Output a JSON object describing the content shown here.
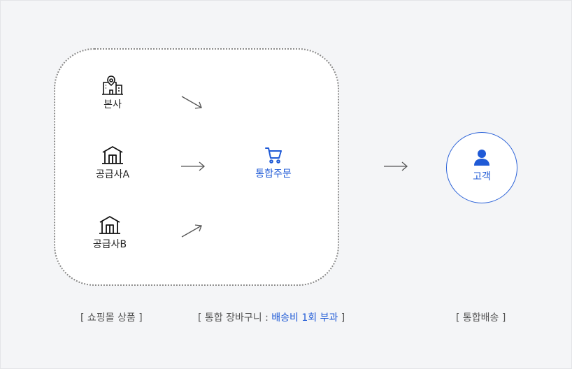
{
  "colors": {
    "accent": "#1f5ad6",
    "text": "#222222",
    "caption": "#555555",
    "border": "#8a8a8a",
    "background": "#f4f5f7"
  },
  "sources": [
    {
      "label": "본사",
      "icon": "office-building-pin-icon"
    },
    {
      "label": "공급사A",
      "icon": "warehouse-icon"
    },
    {
      "label": "공급사B",
      "icon": "warehouse-icon"
    }
  ],
  "cart": {
    "label": "통합주문",
    "icon": "shopping-cart-icon"
  },
  "customer": {
    "label": "고객",
    "icon": "person-icon"
  },
  "captions": {
    "products": "[ 쇼핑몰 상품 ]",
    "cart_prefix": "[ 통합 장바구니 : ",
    "cart_highlight": "배송비 1회 부과",
    "cart_suffix": " ]",
    "delivery": "[ 통합배송 ]"
  }
}
